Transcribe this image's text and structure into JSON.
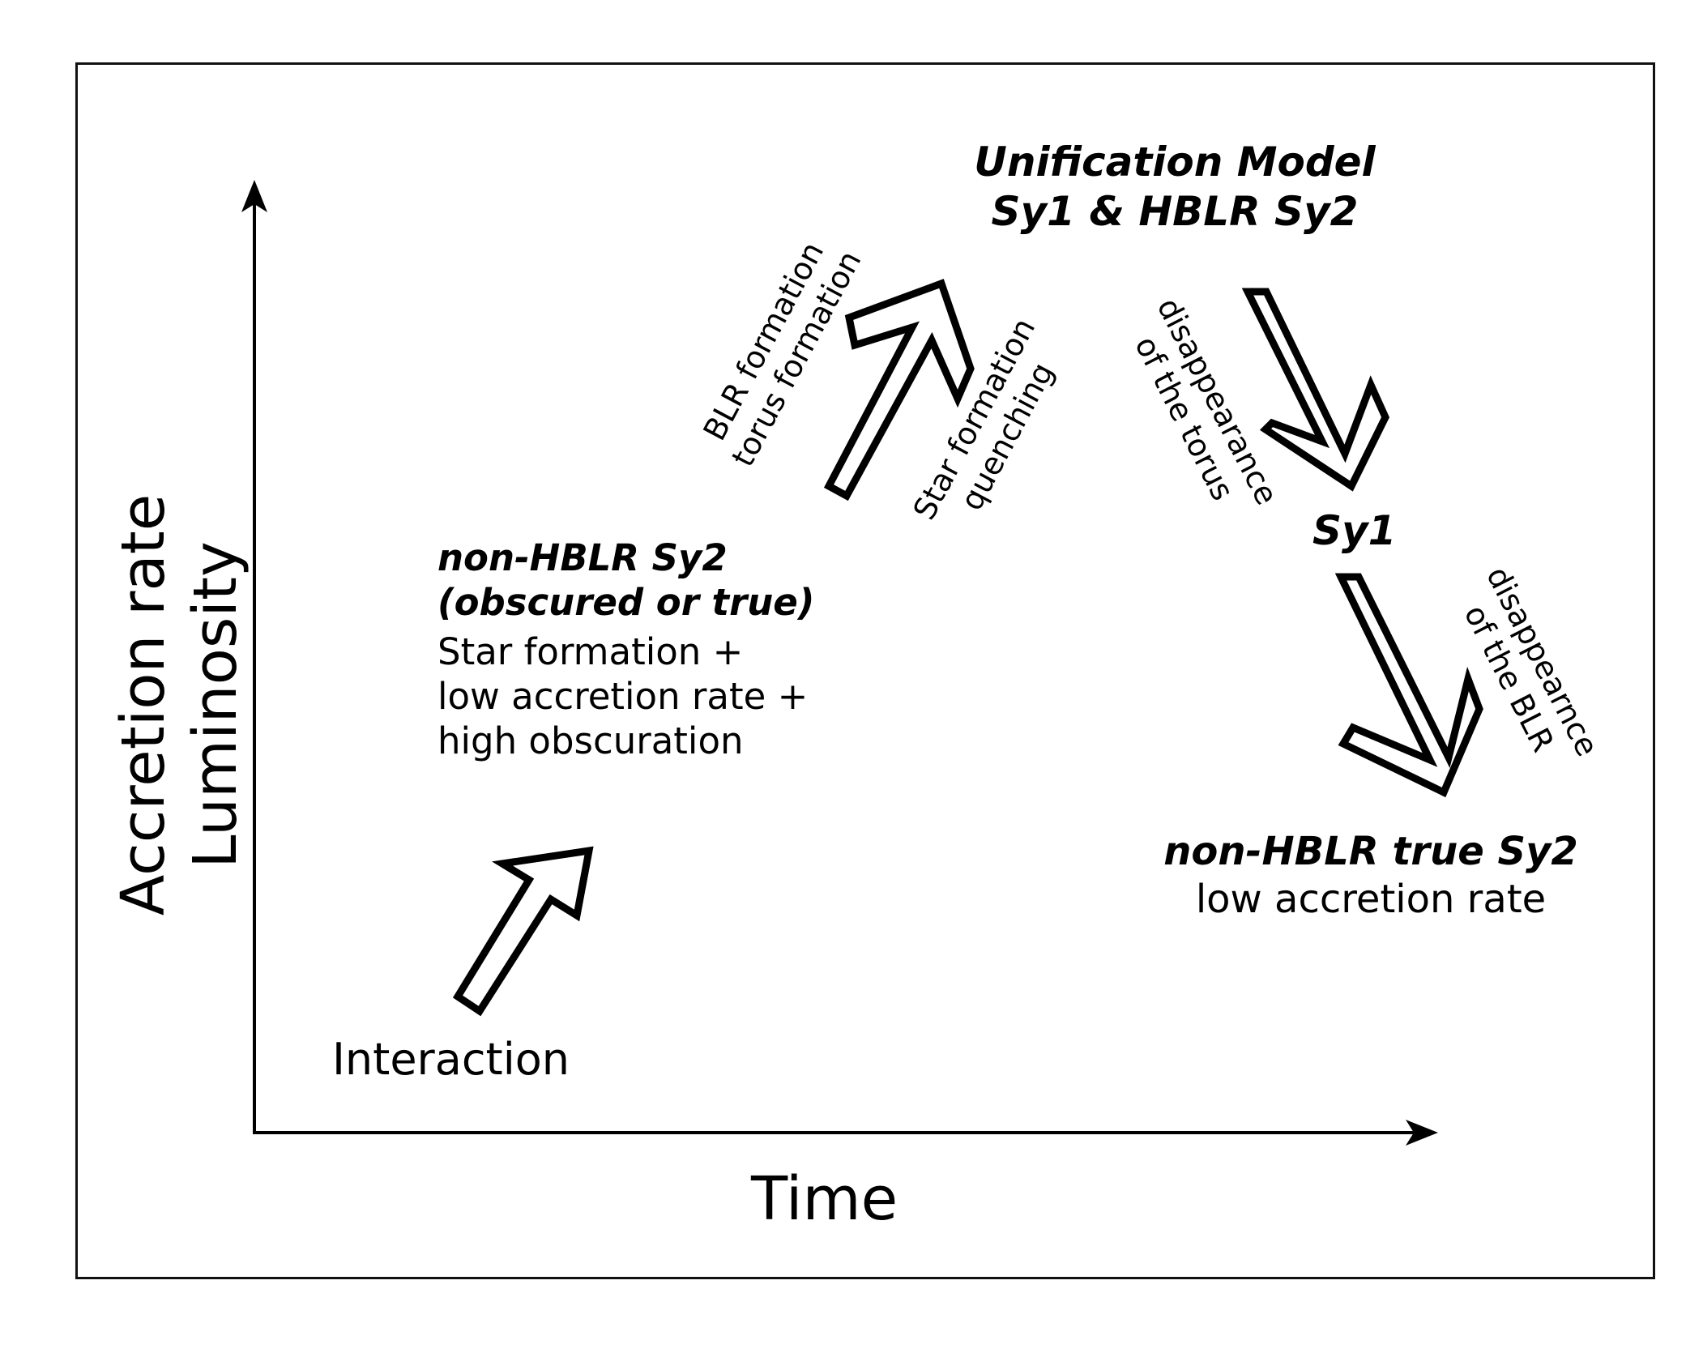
{
  "axes": {
    "y_label_line1": "Accretion rate",
    "y_label_line2": "Luminosity",
    "x_label": "Time"
  },
  "stages": {
    "interaction": "Interaction",
    "nonhblr_title1": "non-HBLR Sy2",
    "nonhblr_title2": "(obscured or true)",
    "nonhblr_desc1": "Star formation +",
    "nonhblr_desc2": "low accretion rate +",
    "nonhblr_desc3": "high obscuration",
    "unification_line1": "Unification Model",
    "unification_line2": "Sy1 & HBLR Sy2",
    "sy1": "Sy1",
    "true_sy2_title": "non-HBLR true Sy2",
    "true_sy2_desc": "low accretion rate"
  },
  "transitions": {
    "blr_formation": "BLR formation",
    "torus_formation": "torus formation",
    "sf_line1": "Star formation",
    "sf_line2": "quenching",
    "torus_disappear1": "disappearance",
    "torus_disappear2": "of the torus",
    "blr_disappear1": "disappearnce",
    "blr_disappear2": "of the BLR"
  }
}
